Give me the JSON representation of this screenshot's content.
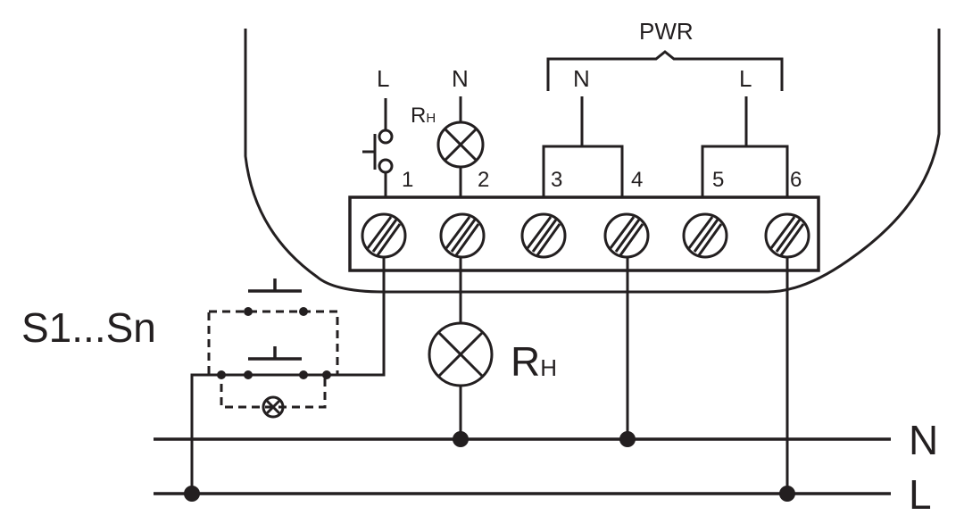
{
  "diagram": {
    "pwr_label": "PWR",
    "pwr_n": "N",
    "pwr_l": "L",
    "top_l": "L",
    "top_n": "N",
    "rh_small": "R",
    "rh_small_sub": "H",
    "rh_big": "R",
    "rh_big_sub": "H",
    "switch_group": "S1...Sn",
    "bus_n": "N",
    "bus_l": "L",
    "terminals": [
      "1",
      "2",
      "3",
      "4",
      "5",
      "6"
    ]
  },
  "colors": {
    "ink": "#231f20",
    "background": "#ffffff"
  }
}
